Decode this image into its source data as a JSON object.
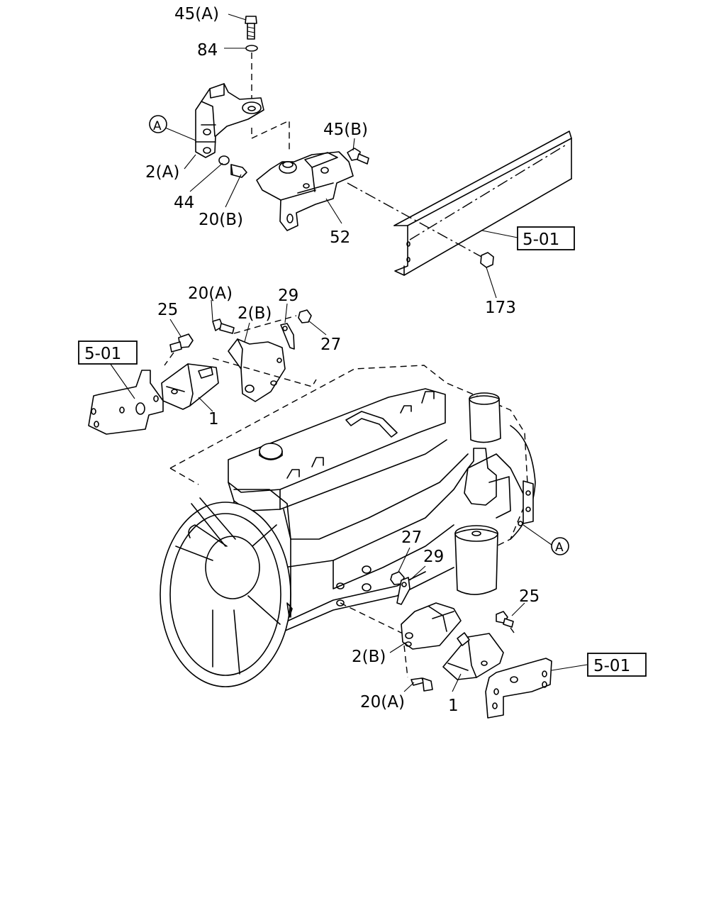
{
  "callouts": {
    "c45a": "45(A)",
    "c84": "84",
    "ca_top": "A",
    "c2a": "2(A)",
    "c44": "44",
    "c20b": "20(B)",
    "c45b": "45(B)",
    "c52": "52",
    "c501_top": "5-01",
    "c173": "173",
    "c20a_top": "20(A)",
    "c25_top": "25",
    "c2b_top": "2(B)",
    "c29_top": "29",
    "c27_top": "27",
    "c501_left": "5-01",
    "c1_top": "1",
    "ca_right": "A",
    "c27_bot": "27",
    "c29_bot": "29",
    "c25_bot": "25",
    "c2b_bot": "2(B)",
    "c20a_bot": "20(A)",
    "c1_bot": "1",
    "c501_bot": "5-01"
  }
}
